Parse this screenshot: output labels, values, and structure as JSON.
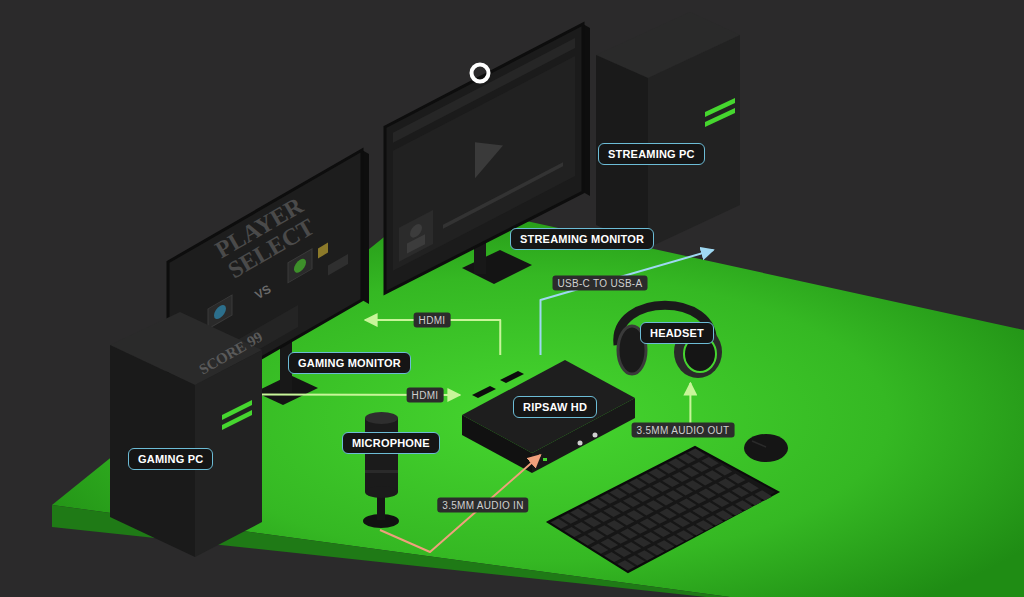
{
  "diagram": {
    "nodes": [
      {
        "text": [
          "STREAMING PC"
        ]
      },
      {
        "text": [
          "STREAMING MONITOR"
        ]
      },
      {
        "text": [
          "HEADSET"
        ]
      },
      {
        "text": [
          "GAMING MONITOR"
        ]
      },
      {
        "text": [
          "RIPSAW HD"
        ]
      },
      {
        "text": [
          "MICROPHONE"
        ]
      },
      {
        "text": [
          "GAMING PC"
        ]
      }
    ],
    "edges": [
      {
        "from": 6,
        "to": 4,
        "label": "HDMI",
        "arrow": "to"
      },
      {
        "from": 4,
        "to": 3,
        "label": "HDMI",
        "arrow": "to"
      },
      {
        "from": 4,
        "to": 0,
        "label": "USB-C TO USB-A",
        "arrow": "to"
      },
      {
        "from": 4,
        "to": 2,
        "label": "3.5MM AUDIO OUT",
        "arrow": "to"
      },
      {
        "from": 5,
        "to": 4,
        "label": "3.5MM AUDIO IN",
        "arrow": "to"
      }
    ],
    "labels": [
      "PLAYER SELECT",
      "VS",
      "SCORE 99"
    ]
  }
}
